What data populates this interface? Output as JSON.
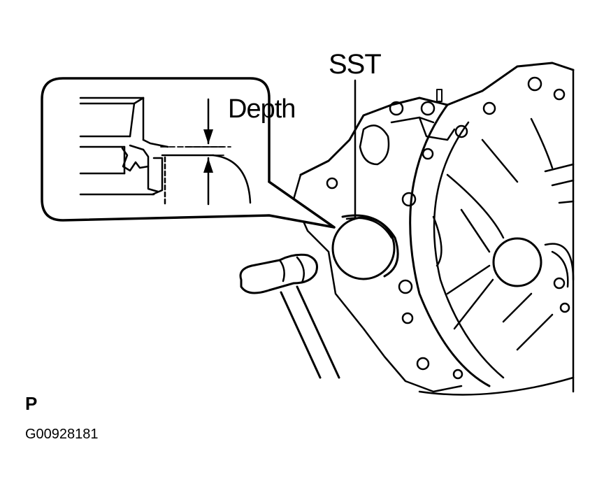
{
  "labels": {
    "sst": "SST",
    "depth": "Depth",
    "view": "P",
    "figure_code": "G00928181"
  },
  "colors": {
    "ink": "#000000",
    "paper": "#ffffff"
  }
}
